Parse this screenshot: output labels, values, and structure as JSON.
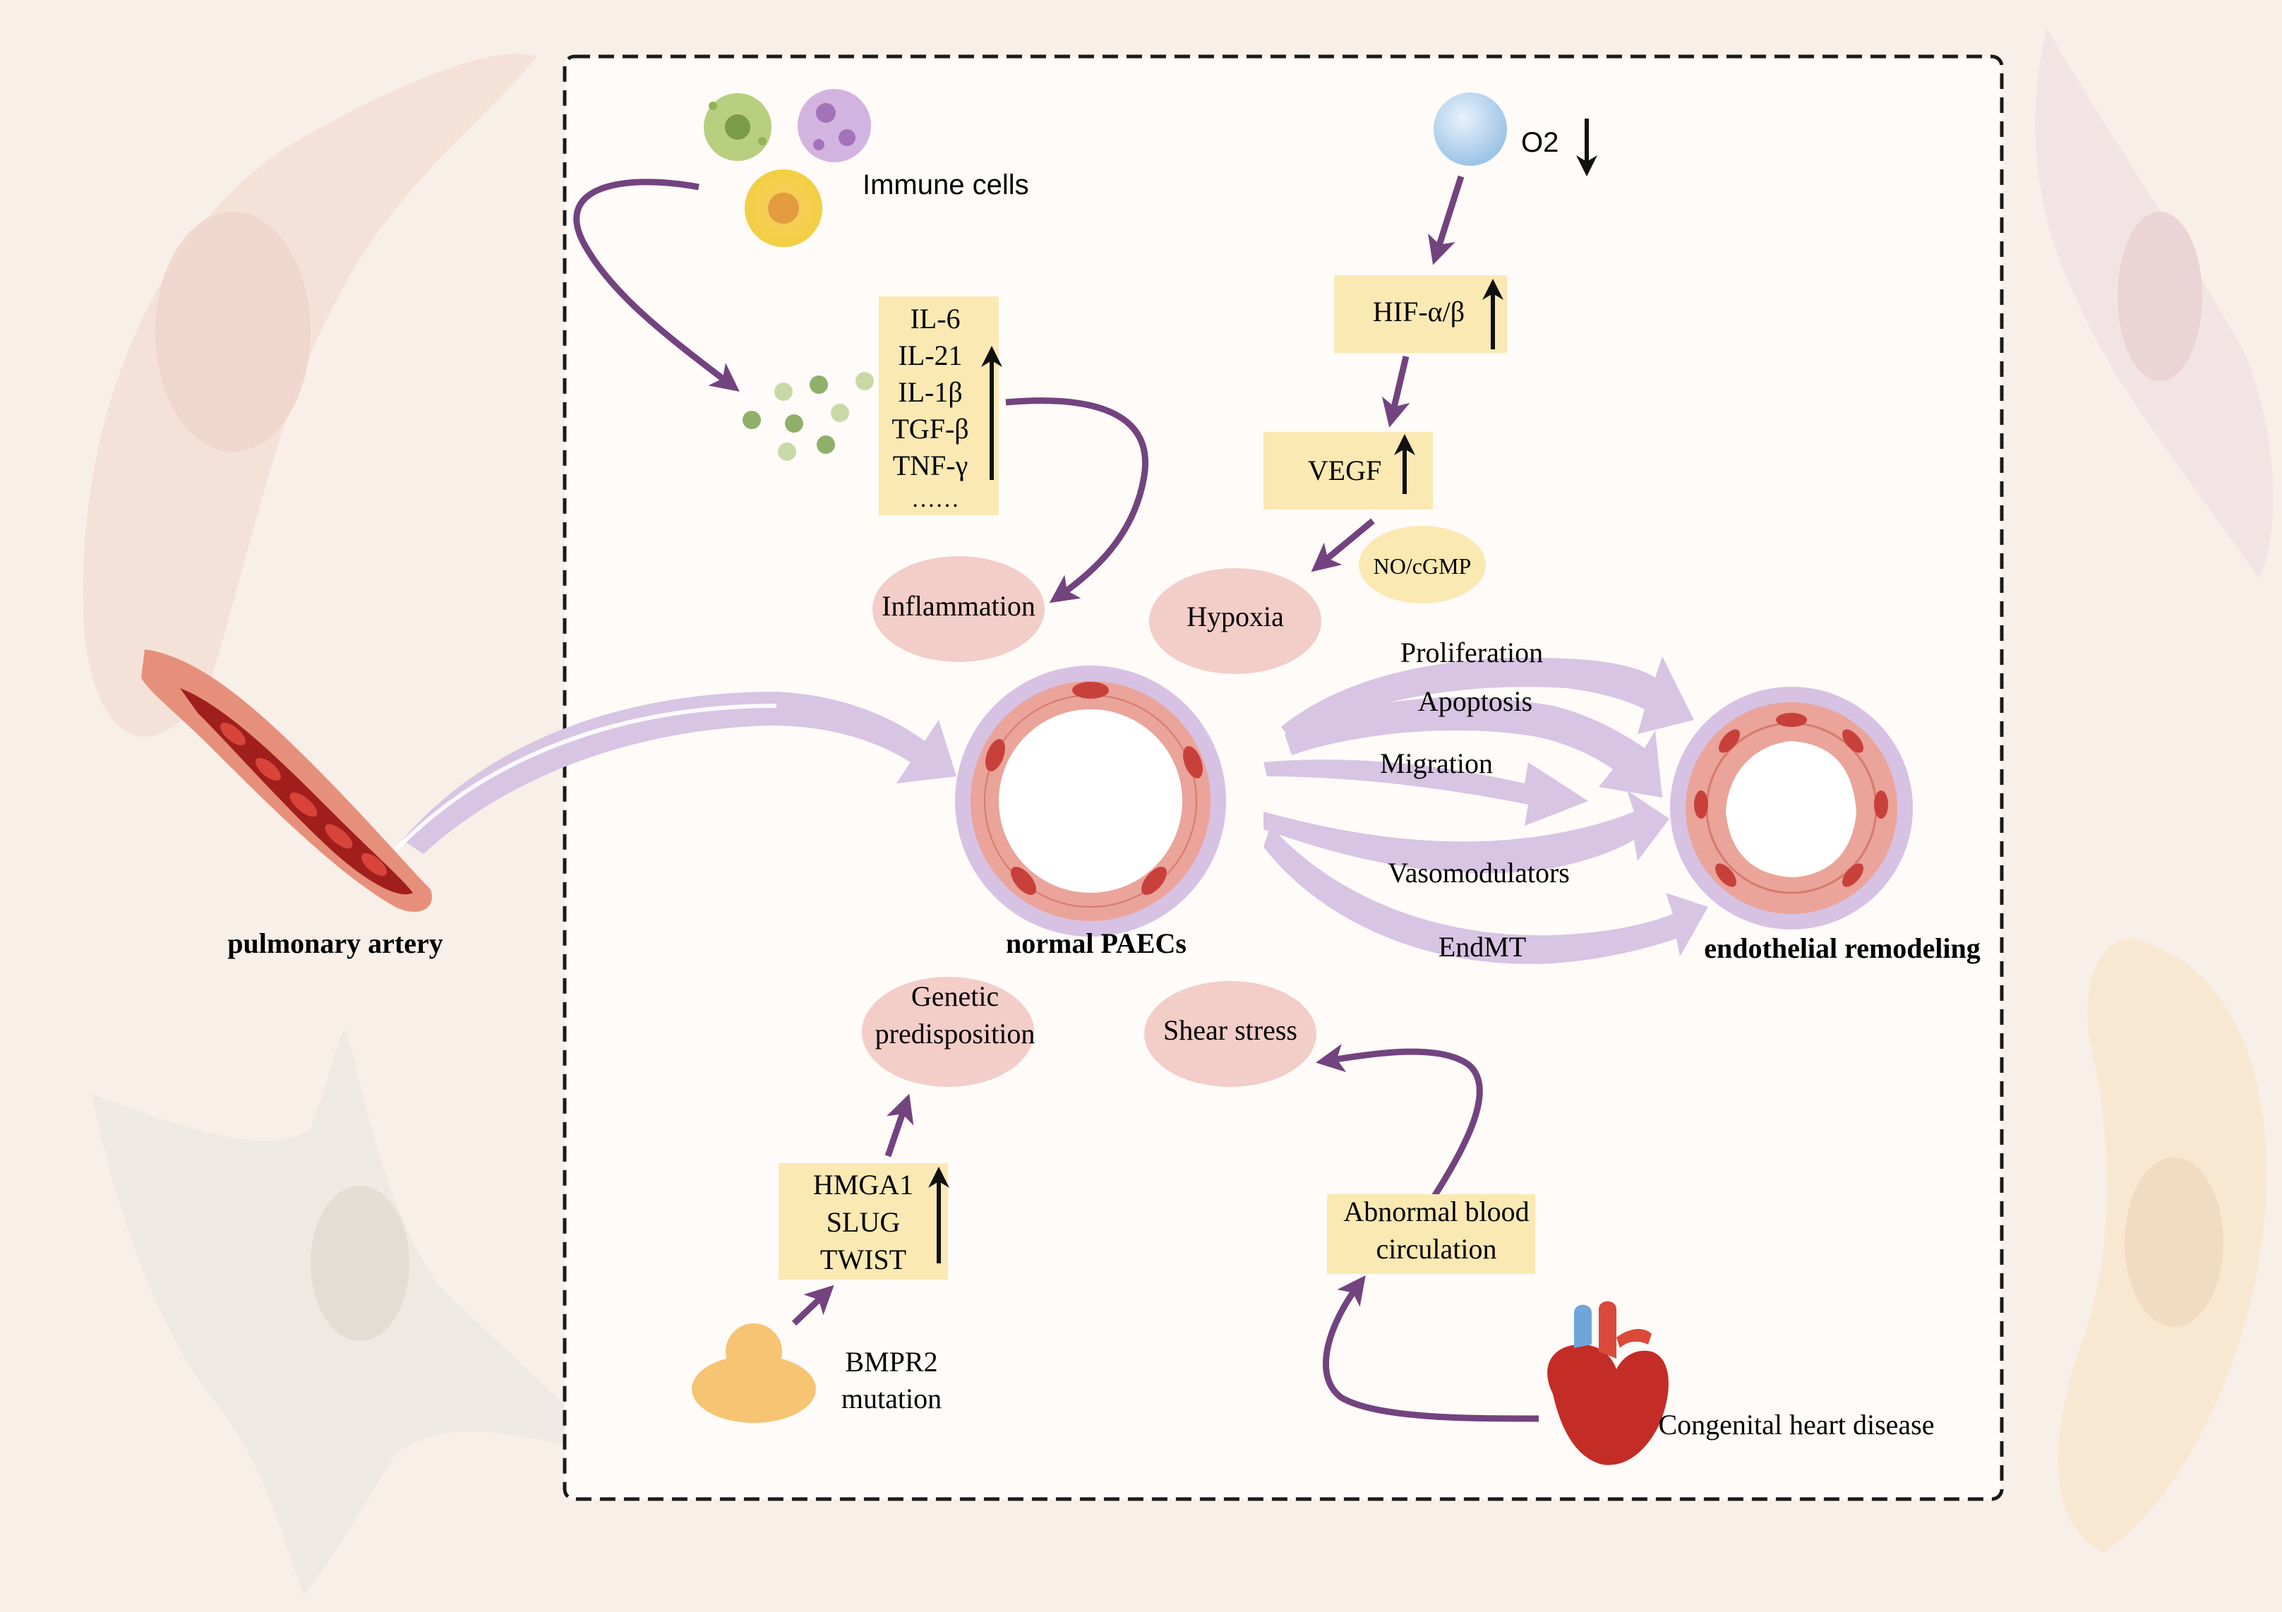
{
  "labels": {
    "immune_cells": "Immune cells",
    "o2": "O2",
    "cytokines": [
      "IL-6",
      "IL-21",
      "IL-1β",
      "TGF-β",
      "TNF-γ",
      "……"
    ],
    "hif": "HIF-α/β",
    "vegf": "VEGF",
    "no_cgmp": "NO/cGMP",
    "inflammation": "Inflammation",
    "hypoxia": "Hypoxia",
    "pulmonary_artery": "pulmonary artery",
    "normal_paecs": "normal PAECs",
    "endothelial_remodeling": "endothelial remodeling",
    "processes": [
      "Proliferation",
      "Apoptosis",
      "Migration",
      "Vasomodulators",
      "EndMT"
    ],
    "genetic_predisposition": [
      "Genetic",
      "predisposition"
    ],
    "shear_stress": "Shear stress",
    "genes": [
      "HMGA1",
      "SLUG",
      "TWIST"
    ],
    "bmpr2": [
      "BMPR2",
      "mutation"
    ],
    "abnormal_blood": [
      "Abnormal blood",
      "circulation"
    ],
    "congenital_heart": "Congenital heart disease"
  },
  "colors": {
    "background": "#f8efe8",
    "panel": "#fefbf8",
    "dashed_border": "#1a1a1a",
    "yellow_box": "#fbe9b4",
    "pink_oval": "#f3cdc8",
    "purple_arrow": "#73437f",
    "lavender_arrow": "#d8c4e3",
    "vessel_wall": "#eaa49a",
    "vessel_outer": "#d7c2e3"
  }
}
